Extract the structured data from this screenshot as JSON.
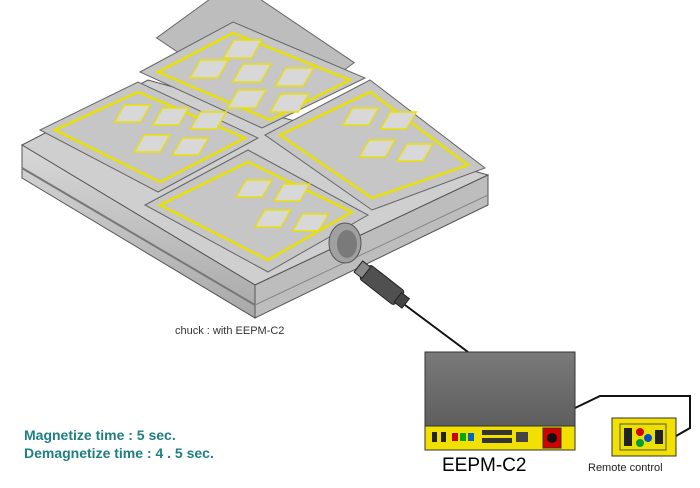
{
  "captions": {
    "chuck": "chuck : with EEPM-C2",
    "controller": "EEPM-C2",
    "remote": "Remote control"
  },
  "timing": {
    "magnetize": "Magnetize  time :  5  sec.",
    "demagnetize": "Demagnetize  time  : 4 . 5  sec."
  },
  "colors": {
    "pole_outline": "#e8e000",
    "chuck_top": "#c9c9c9",
    "controller_body": "#6f6f6f",
    "panel": "#f2e000",
    "switch": "#d40000",
    "timing_text": "#1f7f7f"
  }
}
